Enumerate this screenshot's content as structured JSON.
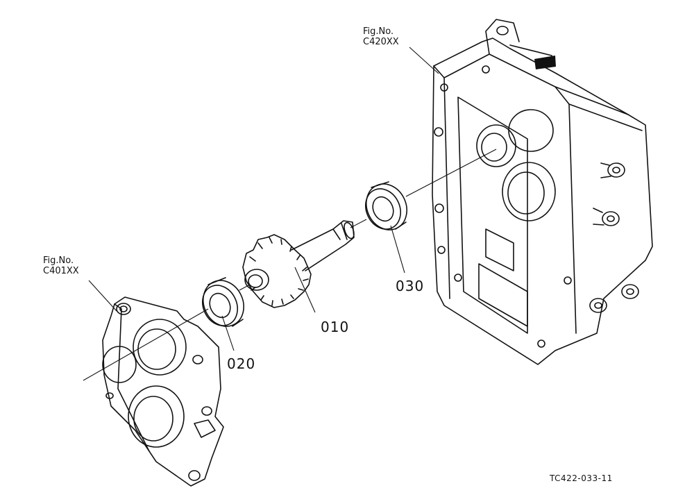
{
  "figure_refs": [
    {
      "key": "case",
      "line1": "Fig.No.",
      "line2": "C420XX"
    },
    {
      "key": "cover",
      "line1": "Fig.No.",
      "line2": "C401XX"
    }
  ],
  "parts": [
    {
      "key": "shaft",
      "number": "010"
    },
    {
      "key": "bearing_front",
      "number": "020"
    },
    {
      "key": "bearing_rear",
      "number": "030"
    }
  ],
  "drawing_code": "TC422-033-11"
}
